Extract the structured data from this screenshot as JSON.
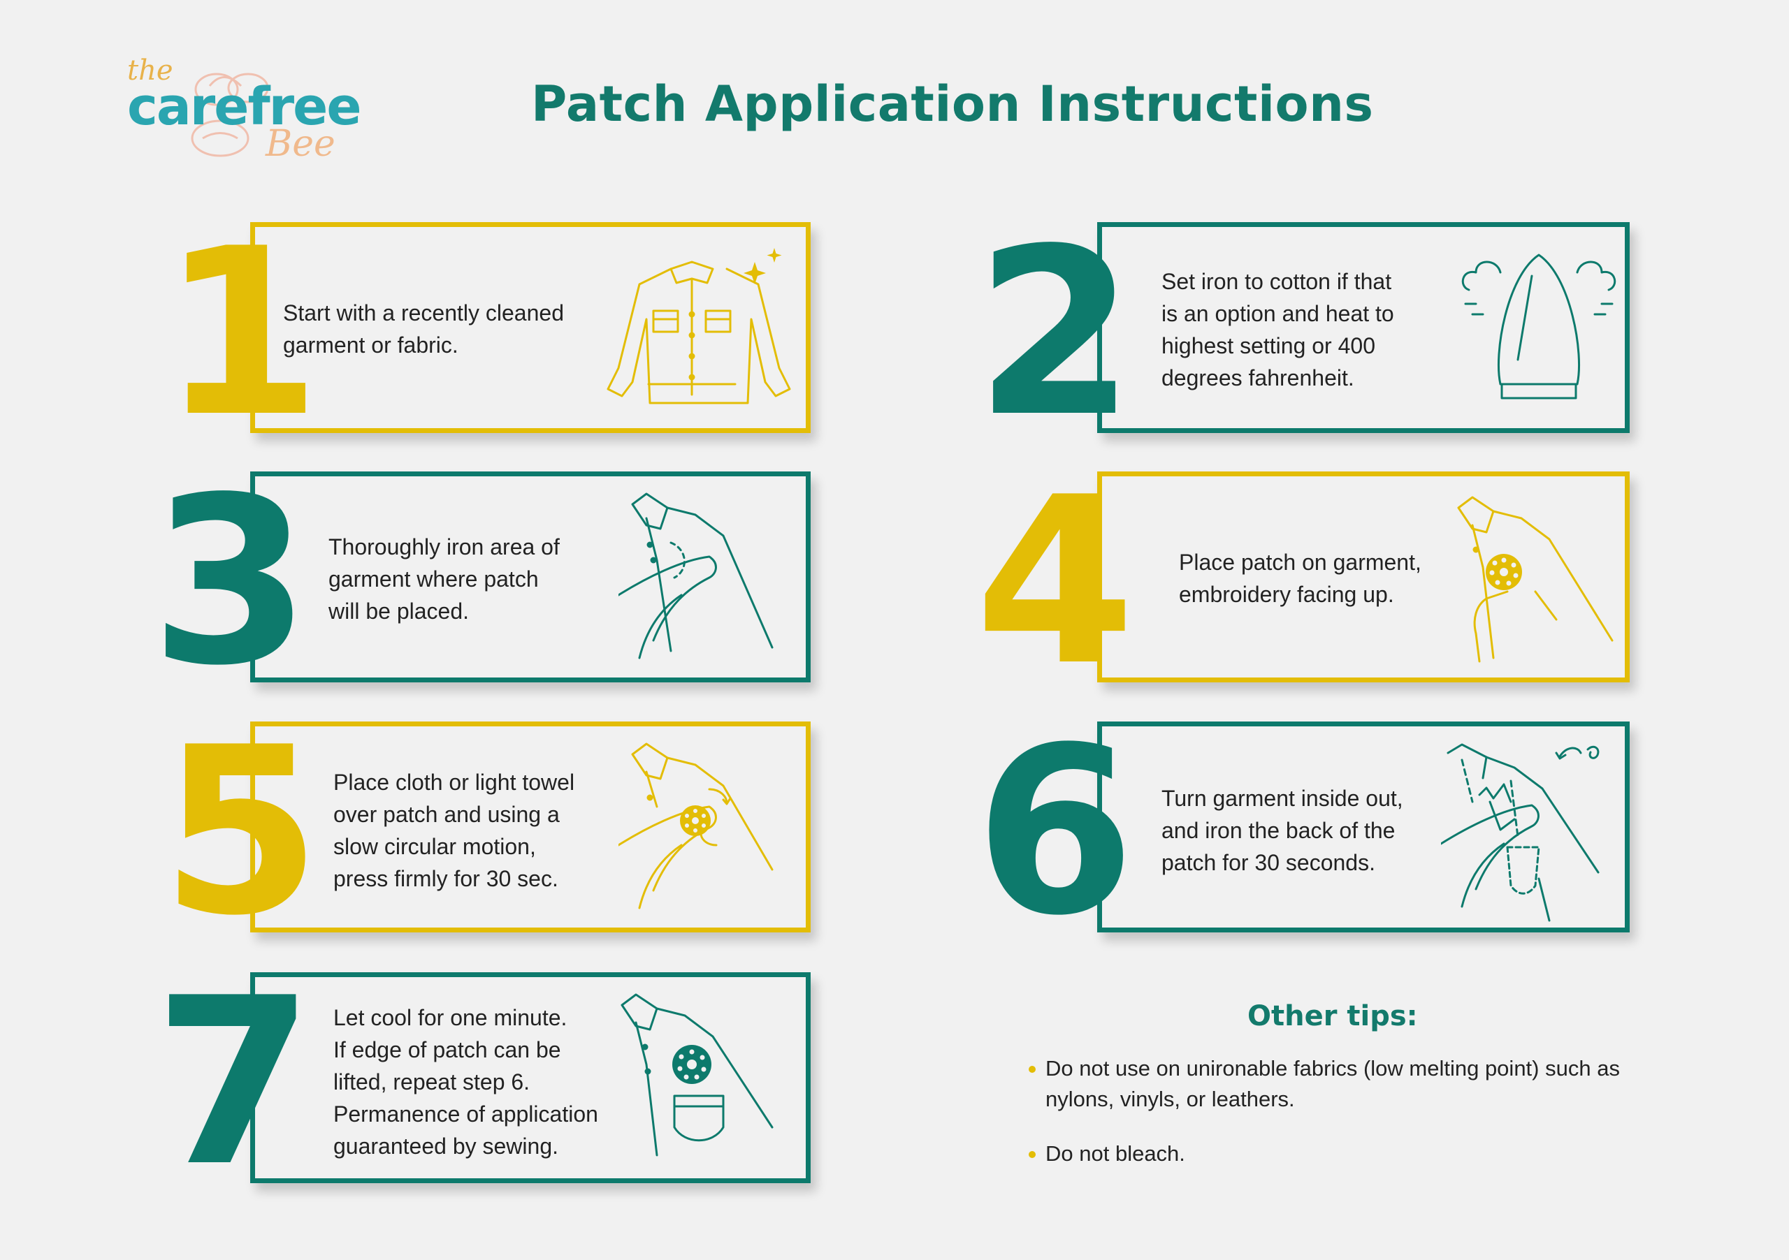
{
  "logo": {
    "the": "the",
    "word": "carefree",
    "bee": "Bee"
  },
  "title": "Patch Application Instructions",
  "steps": [
    {
      "number": "1",
      "text": "Start with a recently cleaned\ngarment or fabric.",
      "color": "#e3bd06",
      "icon": "denim-jacket-icon"
    },
    {
      "number": "2",
      "text": "Set iron to cotton if that\nis an option and heat to\nhighest setting or 400\ndegrees fahrenheit.",
      "color": "#0d7a6c",
      "icon": "iron-steam-icon"
    },
    {
      "number": "3",
      "text": "Thoroughly iron area of\ngarment where patch\nwill be placed.",
      "color": "#0d7a6c",
      "icon": "ironing-shirt-icon"
    },
    {
      "number": "4",
      "text": "Place patch on garment,\nembroidery facing up.",
      "color": "#e3bd06",
      "icon": "hand-placing-patch-icon"
    },
    {
      "number": "5",
      "text": "Place cloth or light towel\nover patch and using a\nslow circular motion,\npress firmly for 30 sec.",
      "color": "#e3bd06",
      "icon": "circular-press-icon"
    },
    {
      "number": "6",
      "text": "Turn garment inside out,\nand iron the back of the\npatch for 30 seconds.",
      "color": "#0d7a6c",
      "icon": "inside-out-shirt-icon"
    },
    {
      "number": "7",
      "text": "Let cool for one minute.\nIf edge of patch can be\nlifted, repeat step 6.\nPermanence of application\nguaranteed by sewing.",
      "color": "#0d7a6c",
      "icon": "shirt-with-patch-icon"
    }
  ],
  "tips": {
    "title": "Other tips:",
    "items": [
      "Do not use on unironable fabrics (low melting point) such as nylons, vinyls, or leathers.",
      "Do not bleach."
    ]
  },
  "colors": {
    "yellow": "#e3bd06",
    "teal": "#0d7a6c",
    "background": "#f1f1f1"
  }
}
